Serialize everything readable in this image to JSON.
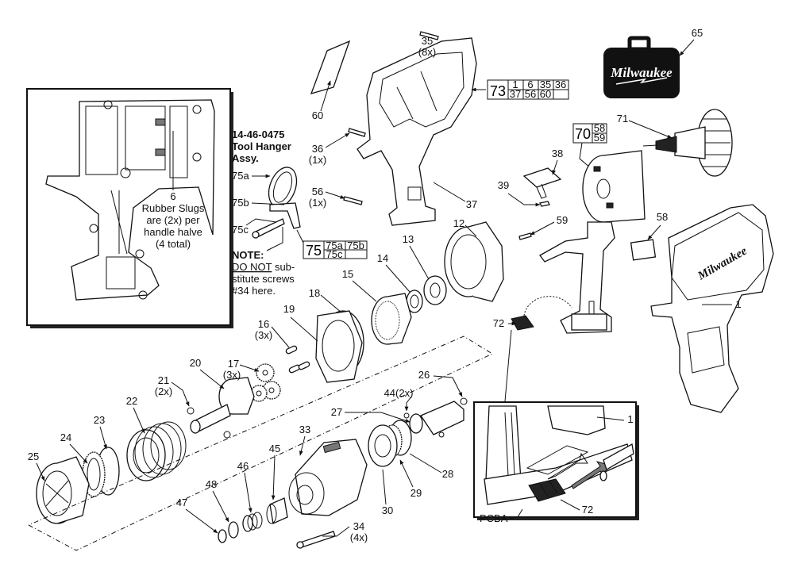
{
  "diagram": {
    "brand": "Milwaukee",
    "inset_top": {
      "callout": "6",
      "note_lines": [
        "Rubber Slugs",
        "are (2x) per",
        "handle halve",
        "(4 total)"
      ]
    },
    "tool_hanger": {
      "title_lines": [
        "14-46-0475",
        "Tool Hanger",
        "Assy."
      ],
      "parts": [
        "75a",
        "75b",
        "75c"
      ],
      "kit_table": {
        "kit": "75",
        "cells": [
          "75a",
          "75b",
          "75c",
          ""
        ]
      },
      "note_title": "NOTE:",
      "note_emph": "DO NOT",
      "note_lines": [
        " sub-",
        "stitute screws",
        "#34 here."
      ]
    },
    "kit_73": {
      "kit": "73",
      "cells": [
        "1",
        "6",
        "35",
        "36",
        "37",
        "56",
        "60",
        ""
      ]
    },
    "kit_70": {
      "kit": "70",
      "cells": [
        "58",
        "59"
      ]
    },
    "inset_bottom": {
      "callouts": [
        "1",
        "72"
      ],
      "pcba_label": "PCBA"
    },
    "callouts": {
      "p1": "1",
      "p12": "12",
      "p13": "13",
      "p14": "14",
      "p15": "15",
      "p16": "16",
      "p16q": "(3x)",
      "p17": "17",
      "p17q": "(3x)",
      "p18": "18",
      "p19": "19",
      "p20": "20",
      "p21": "21",
      "p21q": "(2x)",
      "p22": "22",
      "p23": "23",
      "p24": "24",
      "p25": "25",
      "p26": "26",
      "p27": "27",
      "p28": "28",
      "p29": "29",
      "p30": "30",
      "p33": "33",
      "p34": "34",
      "p34q": "(4x)",
      "p35": "35",
      "p35q": "(8x)",
      "p36": "36",
      "p36q": "(1x)",
      "p37": "37",
      "p38": "38",
      "p39": "39",
      "p44": "44(2x)",
      "p45": "45",
      "p46": "46",
      "p47": "47",
      "p48": "48",
      "p56": "56",
      "p56q": "(1x)",
      "p58": "58",
      "p59": "59",
      "p60": "60",
      "p65": "65",
      "p71": "71",
      "p72": "72"
    }
  }
}
